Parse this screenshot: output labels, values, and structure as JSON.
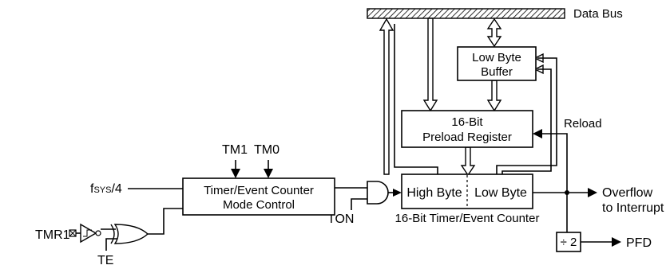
{
  "data_bus": {
    "label": "Data Bus"
  },
  "low_byte_buffer": {
    "line1": "Low Byte",
    "line2": "Buffer"
  },
  "preload_register": {
    "line1": "16-Bit",
    "line2": "Preload Register"
  },
  "reload": {
    "label": "Reload"
  },
  "mode_control": {
    "line1": "Timer/Event Counter",
    "line2": "Mode Control"
  },
  "counter": {
    "high_byte": "High Byte",
    "low_byte": "Low Byte",
    "caption": "16-Bit Timer/Event Counter"
  },
  "inputs": {
    "tm1": "TM1",
    "tm0": "TM0",
    "clock_prefix": "f",
    "clock_sub": "SYS",
    "clock_suffix": "/4",
    "tmr1": "TMR1",
    "te": "TE",
    "ton": "TON"
  },
  "outputs": {
    "overflow_line1": "Overflow",
    "overflow_line2": "to Interrupt",
    "divider": "÷ 2",
    "pfd": "PFD"
  }
}
